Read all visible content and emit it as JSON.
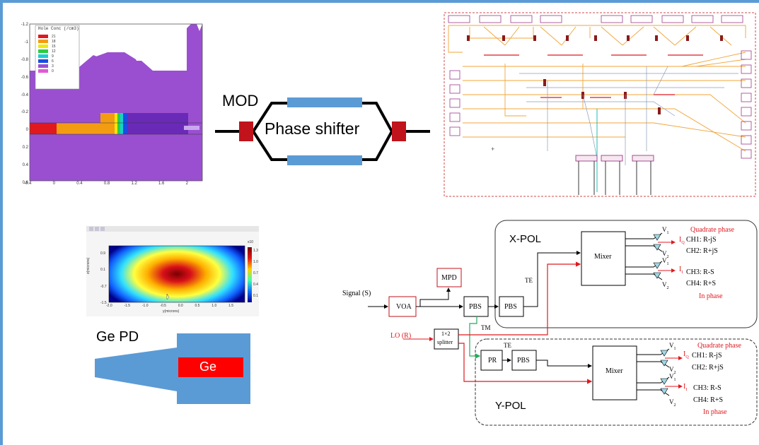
{
  "hole_plot": {
    "legend_title": "Hole Conc (/cm3)",
    "legend_values": [
      "21",
      "18",
      "15",
      "12",
      "9",
      "6",
      "3",
      "0"
    ],
    "y_ticks": [
      "-1.2",
      "-1",
      "-0.8",
      "-0.6",
      "-0.4",
      "-0.2",
      "0",
      "0.2",
      "0.4",
      "0.6"
    ],
    "x_ticks": [
      "-0.4",
      "0",
      "0.4",
      "0.8",
      "1.2",
      "1.6",
      "2"
    ]
  },
  "mod": {
    "label": "MOD",
    "shifter_label": "Phase shifter"
  },
  "mode_plot": {
    "colorbar_exp": "x10",
    "colorbar_ticks": [
      "1.3",
      "1.0",
      "0.7",
      "0.4",
      "0.1"
    ],
    "y_ticks": [
      "0.9",
      "0.1",
      "-0.7",
      "-1.5"
    ],
    "x_ticks": [
      "-2.0",
      "-1.5",
      "-1.0",
      "-0.5",
      "0.0",
      "0.5",
      "1.0",
      "1.5"
    ],
    "xlabel": "y(microns)",
    "ylabel": "z(microns)"
  },
  "ge_pd": {
    "label": "Ge PD",
    "ge_label": "Ge"
  },
  "receiver": {
    "signal_label": "Signal (S)",
    "lo_label": "LO (R)",
    "voa": "VOA",
    "mpd": "MPD",
    "pbs": "PBS",
    "splitter_line1": "1×2",
    "splitter_line2": "splitter",
    "pr": "PR",
    "te": "TE",
    "tm": "TM",
    "mixer": "Mixer",
    "x_pol": "X-POL",
    "y_pol": "Y-POL",
    "quadrate_phase": "Quadrate phase",
    "in_phase": "In phase",
    "iq": "I",
    "iq_sub": "Q",
    "ii": "I",
    "ii_sub": "I",
    "v1": "V",
    "v1_sub": "1",
    "v2": "V",
    "v2_sub": "2",
    "ch1": "CH1: R-jS",
    "ch2": "CH2: R+jS",
    "ch3": "CH3: R-S",
    "ch4": "CH4: R+S"
  },
  "colors": {
    "frame": "#5b9bd5",
    "purple": "#9a4fd0",
    "red": "#e0191f",
    "blue_arm": "#5b9bd5",
    "dark_red": "#c0131b"
  }
}
